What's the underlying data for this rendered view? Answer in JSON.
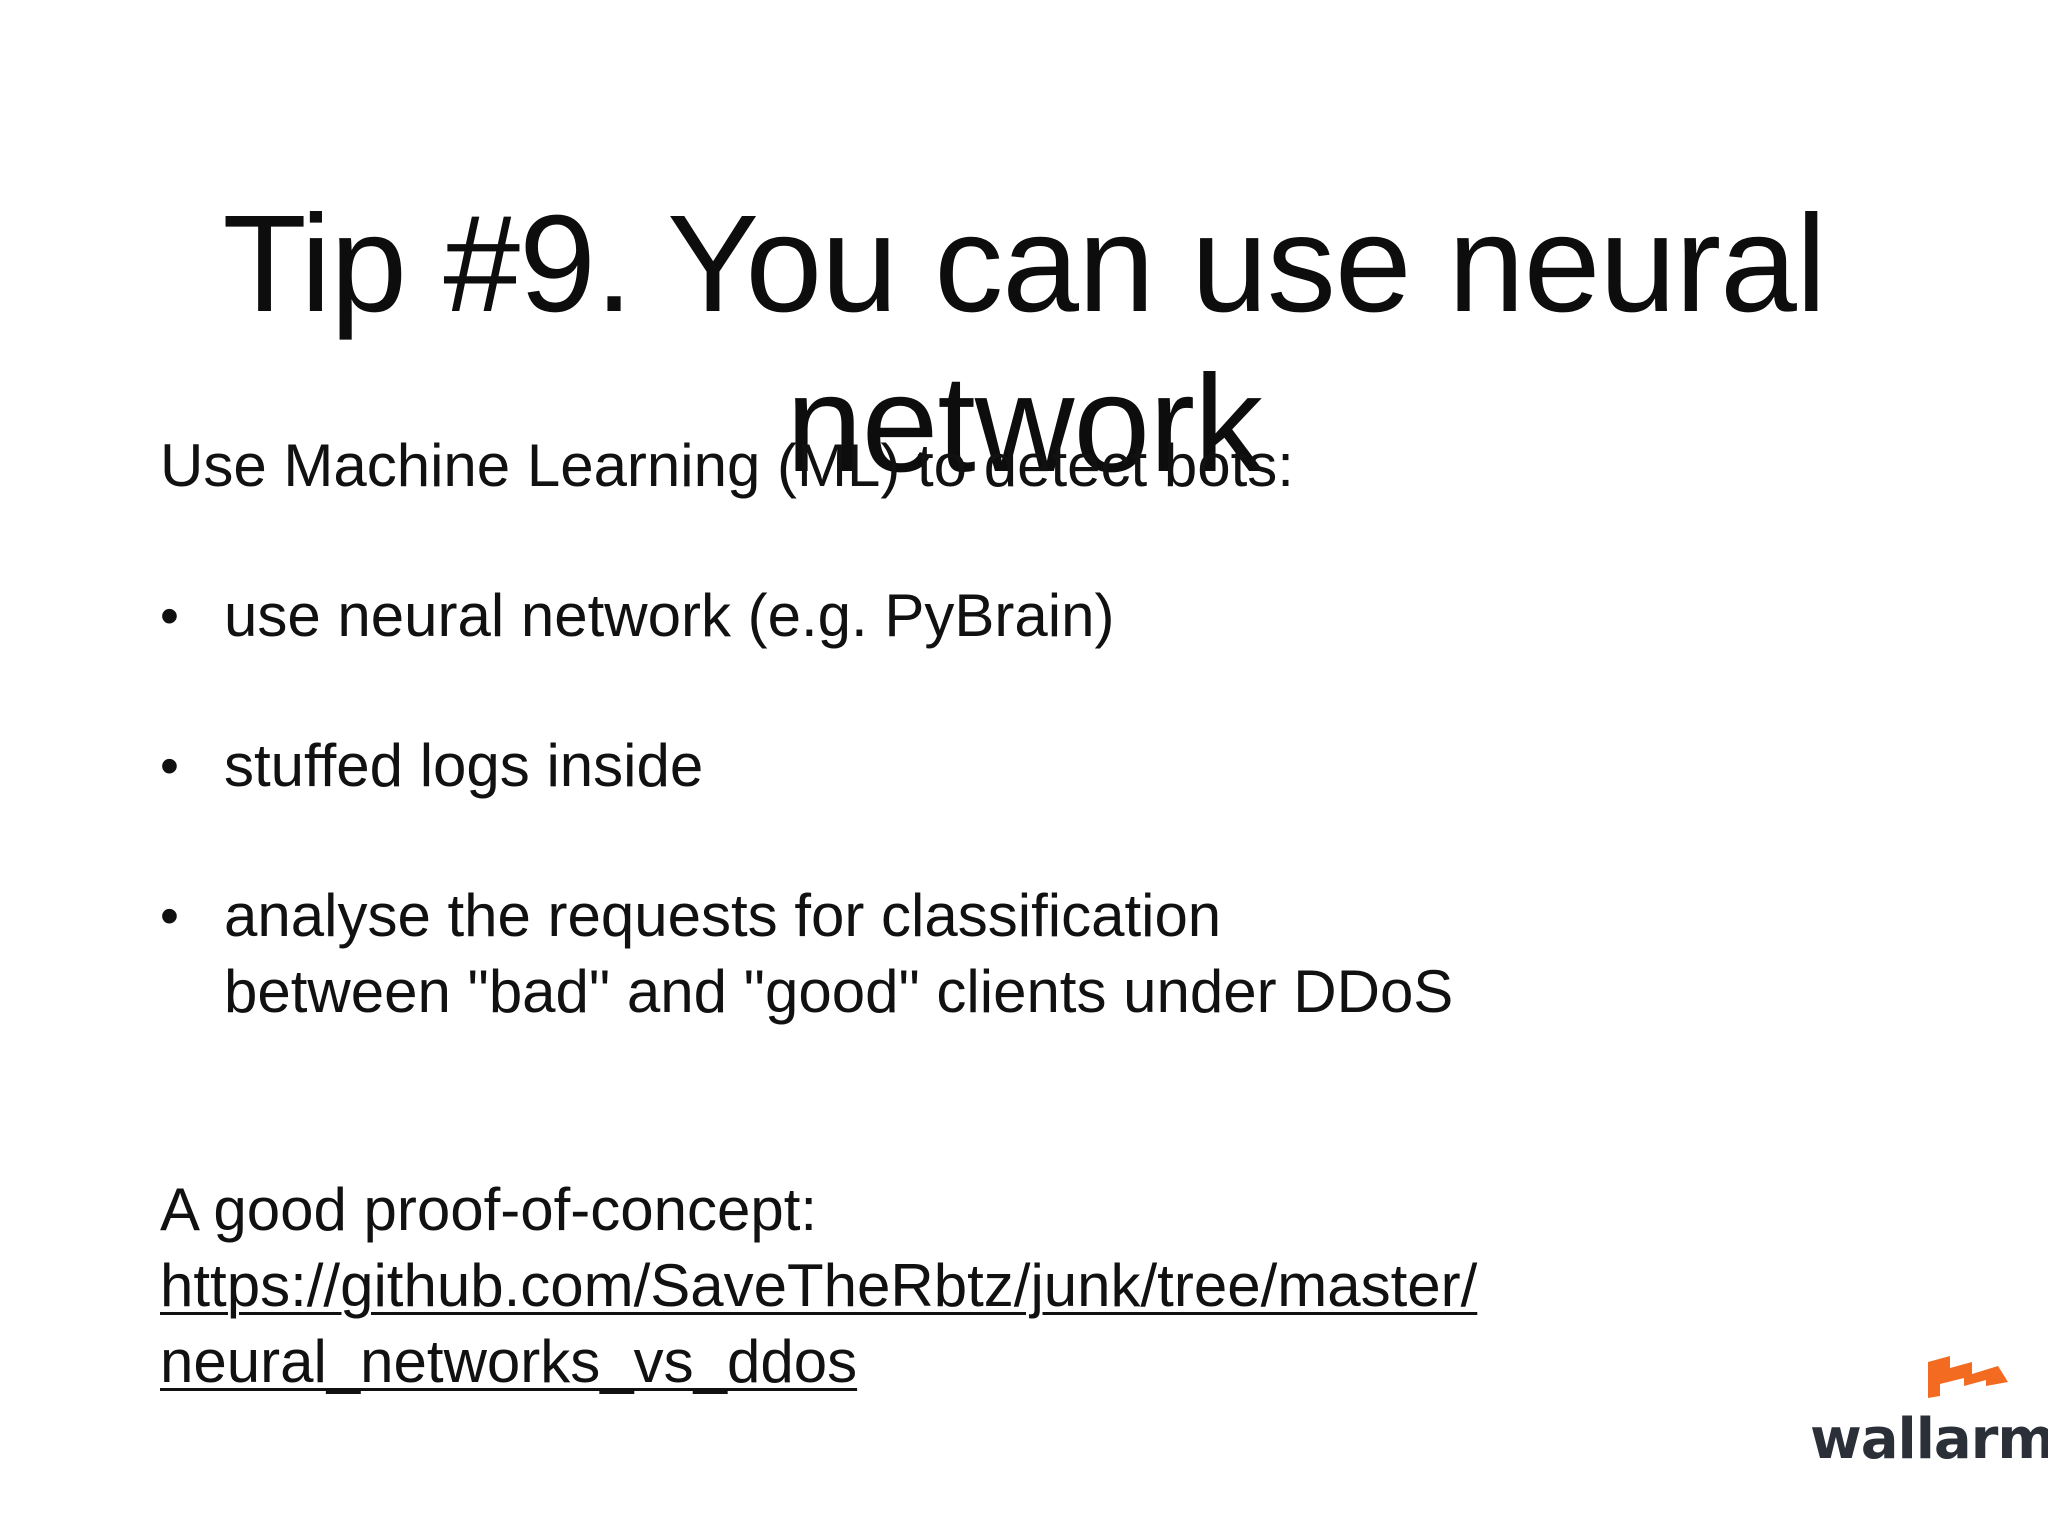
{
  "slide": {
    "title_lines": [
      "Tip #9. You can use neural",
      "network"
    ],
    "intro": "Use Machine Learning (ML) to detect bots:",
    "bullets": [
      {
        "symbol": "•",
        "lines": [
          "use neural network (e.g. PyBrain)"
        ]
      },
      {
        "symbol": "•",
        "lines": [
          "stuffed logs inside"
        ]
      },
      {
        "symbol": "•",
        "lines": [
          "analyse the requests for classification",
          "between \"bad\" and \"good\" clients under DDoS"
        ]
      }
    ],
    "poc_label": "A good proof-of-concept:",
    "poc_link_lines": [
      "https://github.com/SaveTheRbtz/junk/tree/master/",
      "neural_networks_vs_ddos"
    ]
  },
  "logo": {
    "icon": "wallarm-flag-icon",
    "text": "wallarm",
    "accent_color": "#f26b21",
    "text_color": "#2b2f38"
  }
}
